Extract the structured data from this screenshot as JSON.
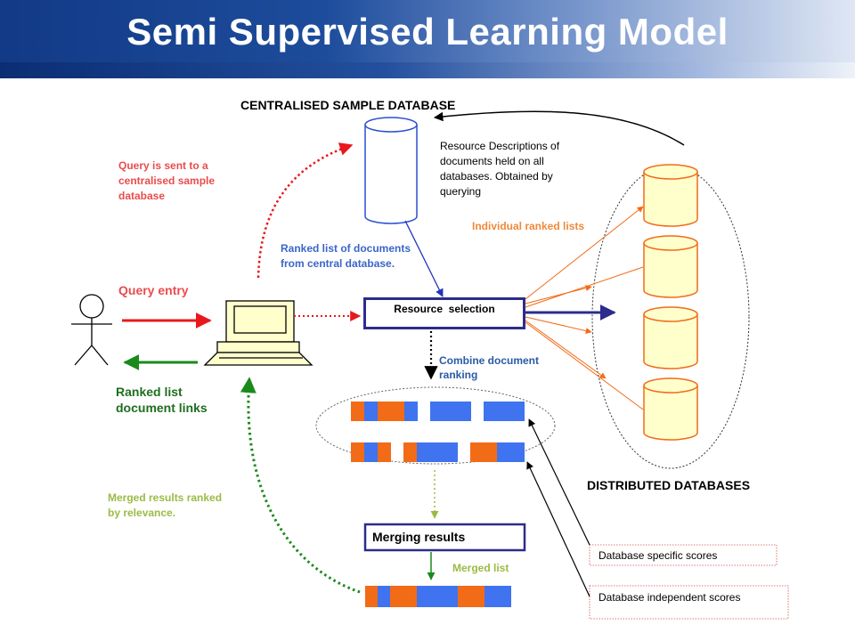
{
  "title": "Semi Supervised Learning Model",
  "labels": {
    "central_db": "CENTRALISED SAMPLE DATABASE",
    "resource_desc": [
      "Resource Descriptions of",
      "documents held on all",
      "databases. Obtained by",
      "querying"
    ],
    "query_sent": [
      "Query is sent to a",
      "centralised sample",
      "database"
    ],
    "ranked_central": [
      "Ranked list of documents",
      "from central database."
    ],
    "individual_lists": "Individual ranked lists",
    "query_entry": "Query entry",
    "resource_selection": "Resource  selection",
    "combine": [
      "Combine document",
      "ranking"
    ],
    "ranked_links": [
      "Ranked list",
      "document links"
    ],
    "distributed_dbs": "DISTRIBUTED DATABASES",
    "merged_relevance": [
      "Merged results ranked",
      "by relevance."
    ],
    "merging_results": "Merging results",
    "merged_list": "Merged list",
    "db_specific": "Database specific scores",
    "db_independent": "Database independent scores"
  },
  "colors": {
    "orange": "#f26b17",
    "blue": "#3f73f0",
    "red": "#e8181c",
    "green": "#1a8a1a",
    "olive": "#9bbb45",
    "navy": "#2c2c8c",
    "salmon": "#ea4c4c",
    "cornflower": "#3a66c8",
    "label_orange": "#ee8a3c",
    "dark_green": "#1f6e1f",
    "db_fill": "#ffffcc"
  }
}
